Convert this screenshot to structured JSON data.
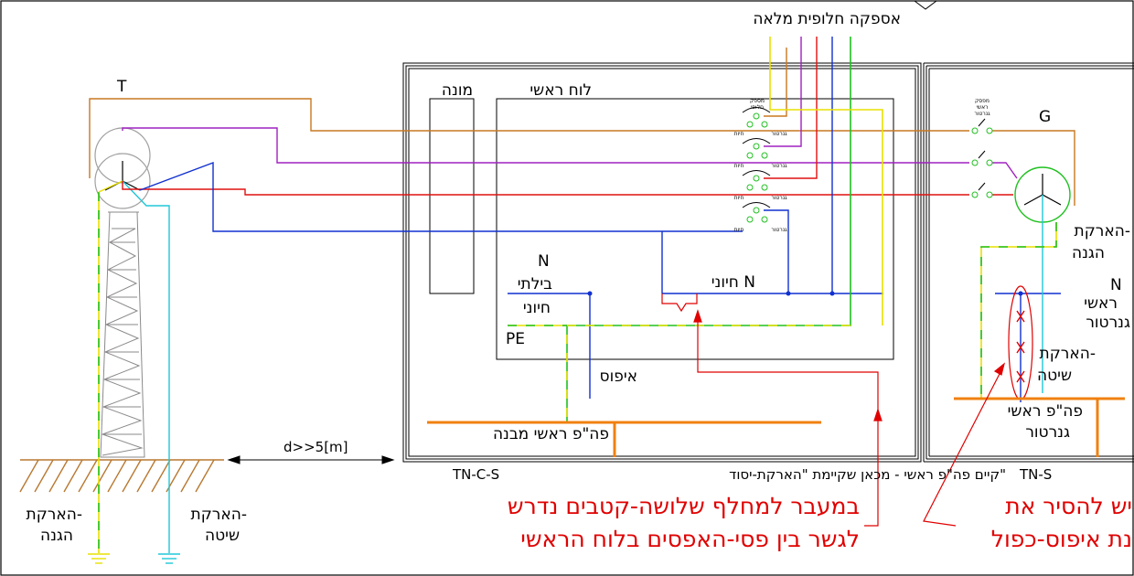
{
  "labels": {
    "supply_top": "אספקה חלופית מלאה",
    "transformer_T": "T",
    "meter": "מונה",
    "main_panel": "לוח ראשי",
    "generator_G": "G",
    "gen_protection_ground": "הארקת-",
    "gen_protection_ground2": "הגנה",
    "gen_n": "N",
    "gen_main": "ראשי",
    "gen_generator": "גנרטור",
    "gen_system_ground": "הארקת-",
    "gen_system_ground2": "שיטה",
    "gen_bus1": "פה\"פ ראשי",
    "gen_bus2": "גנרטור",
    "n_left": "N",
    "bipolar": "בילתי",
    "bipolar2": "חיוני",
    "essential_n": "חיוני N",
    "pe": "PE",
    "bonding": "איפוס",
    "building_bus": "פה\"פ ראשי מבנה",
    "distance": "d>>5[m]",
    "tncs": "TN-C-S",
    "tncs_note": "קיים פה\"פ ראשי - מכאן שקיימת \"הארקת-יסוד\"",
    "tns": "TN-S",
    "left_protection_ground": "הארקת-",
    "left_protection_ground2": "הגנה",
    "left_system_ground": "הארקת-",
    "left_system_ground2": "שיטה",
    "red_note_line1": "במעבר למחלף שלושה-קטבים נדרש",
    "red_note_line2": "לגשר בין פסי-האפסים בלוח הראשי",
    "red_right_line1": "יש להסיר את",
    "red_right_line2": "נת איפוס-כפול",
    "switch_tag_supply": "מספק",
    "switch_tag_alt": "חלופי",
    "switch_tag_main": "חיות",
    "switch_tag_gen": "גנרטור",
    "gen_switch_tag1": "מפסק",
    "gen_switch_tag2": "ראשי",
    "gen_switch_tag3": "גנרטור"
  },
  "colors": {
    "phase_L1": "#c87820",
    "phase_L2": "#a020c0",
    "phase_L3": "#e01010",
    "neutral": "#1030d0",
    "earth_green": "#20c020",
    "earth_yellow": "#e8e000",
    "system_earth": "#20c8d8",
    "busbar": "#f08010",
    "annotation": "#e00000",
    "ground_hatch": "#b87830"
  }
}
